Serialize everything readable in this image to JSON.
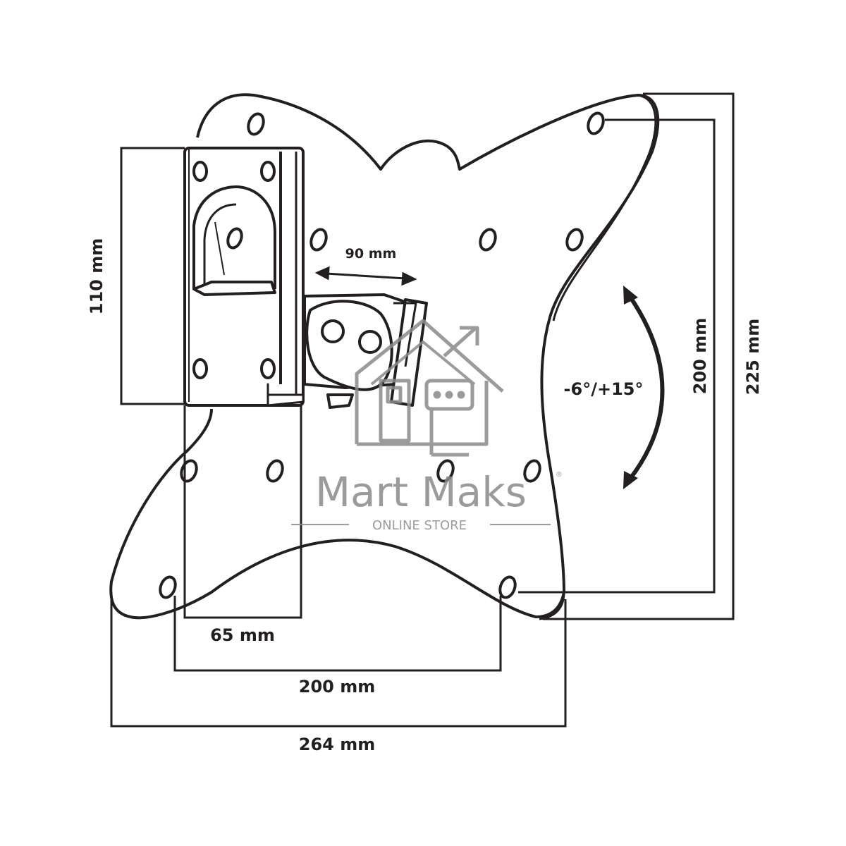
{
  "dimensions": {
    "bracket_height": "110 mm",
    "arm_reach": "90 mm",
    "bracket_width": "65 mm",
    "vesa_horizontal": "200 mm",
    "overall_width": "264 mm",
    "vesa_vertical": "200 mm",
    "overall_height": "225 mm"
  },
  "tilt_range": "-6°/+15°",
  "watermark": {
    "brand": "Mart Maks",
    "registered": "®",
    "tagline": "ONLINE STORE",
    "color": "#8a8a8a"
  },
  "colors": {
    "line": "#231f20",
    "background": "#ffffff"
  }
}
